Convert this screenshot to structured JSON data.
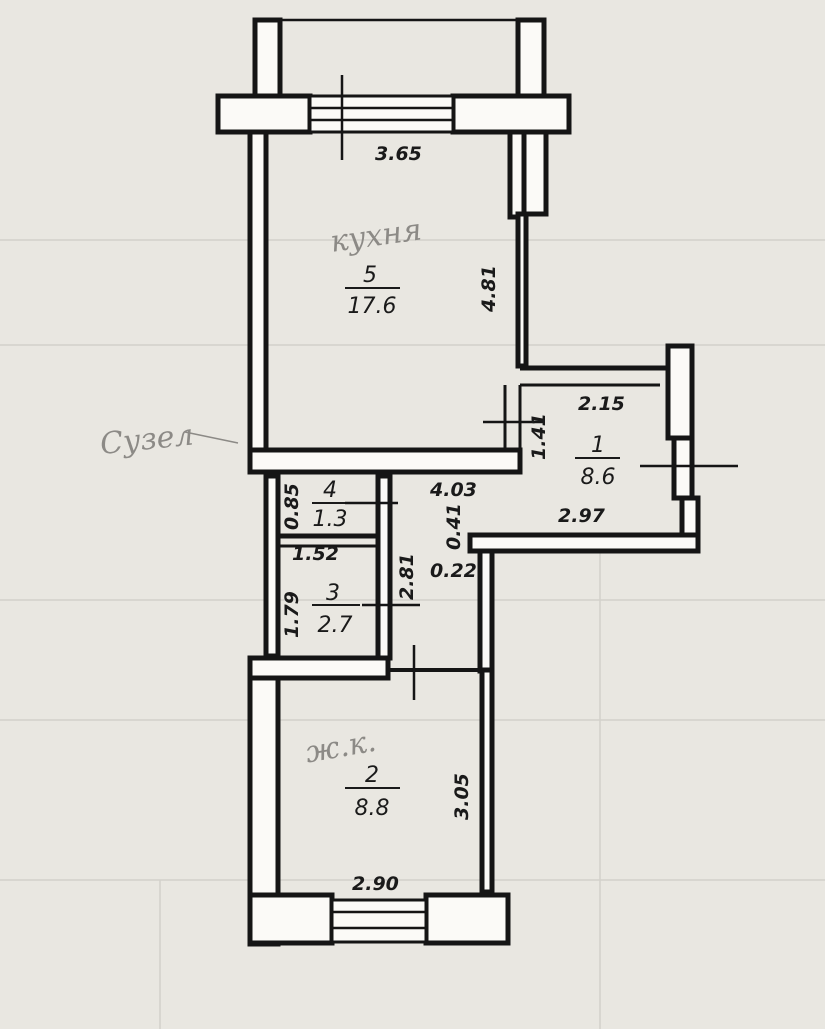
{
  "plan": {
    "rooms": [
      {
        "number": "5",
        "area": "17.6",
        "name": "кухня"
      },
      {
        "number": "1",
        "area": "8.6"
      },
      {
        "number": "4",
        "area": "1.3"
      },
      {
        "number": "3",
        "area": "2.7"
      },
      {
        "number": "2",
        "area": "8.8",
        "name": "ж.к."
      }
    ],
    "dimensions": {
      "kitchen_width": "3.65",
      "kitchen_length": "4.81",
      "room1_width": "2.15",
      "room1_bottom": "2.97",
      "room1_depth": "1.41",
      "hall_width": "4.03",
      "hall_depth": "0.41",
      "hall_offset": "0.22",
      "wc_length": "0.85",
      "bath_width": "1.52",
      "bath_length": "1.79",
      "corridor_length": "2.81",
      "bedroom_length": "3.05",
      "bedroom_width": "2.90"
    },
    "pencil_note": "Сузел"
  },
  "colors": {
    "paper": "#e9e7e1",
    "ink": "#151515",
    "wall_fill": "#fbfaf7",
    "pencil": "#8c8a86"
  }
}
